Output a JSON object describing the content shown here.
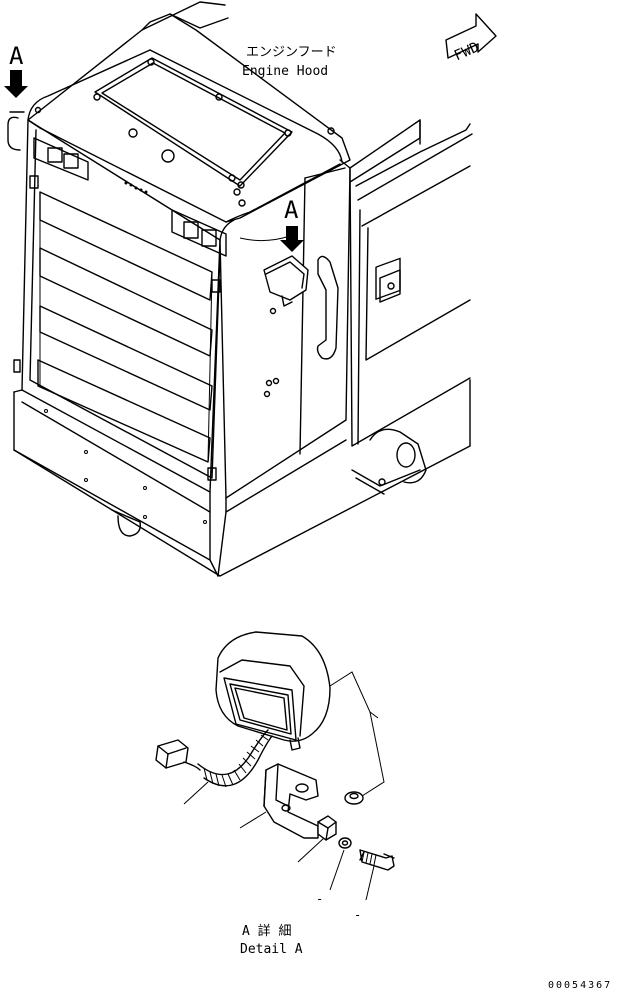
{
  "labels": {
    "hood_jp": "エンジンフード",
    "hood_en": "Engine Hood",
    "view_a_left": "A",
    "view_a_right": "A",
    "fwd": "FWD",
    "detail_jp": "A 詳 細",
    "detail_en": "Detail A",
    "drawing_number": "00054367",
    "callout_dash_1": "-",
    "callout_dash_2": "-"
  },
  "colors": {
    "line": "#000000",
    "background": "#ffffff"
  }
}
